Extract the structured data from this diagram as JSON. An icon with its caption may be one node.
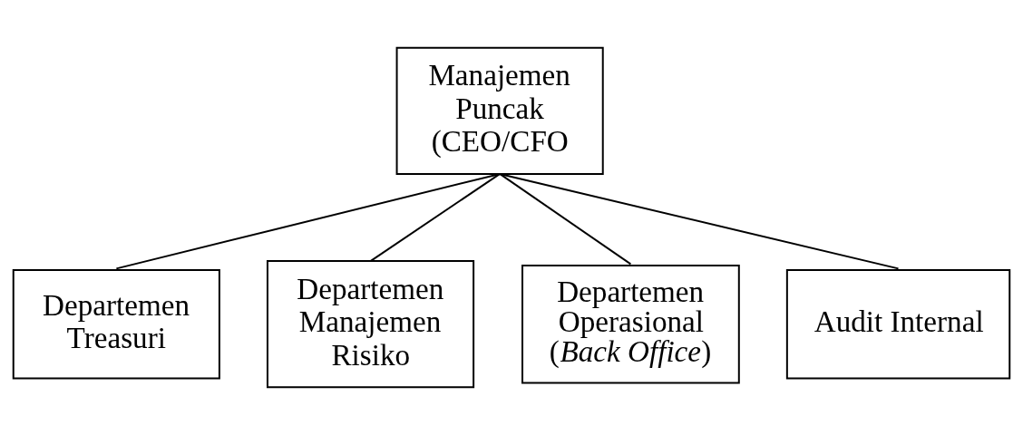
{
  "diagram": {
    "nodes": [
      {
        "text": [
          "Manajemen Puncak (CEO/CFO"
        ]
      },
      {
        "text": [
          "Departemen Treasuri"
        ]
      },
      {
        "text": [
          "Departemen Manajemen Risiko"
        ]
      },
      {
        "text": [
          "Departemen Operasional (*Back Office*)"
        ]
      },
      {
        "text": [
          "Audit Internal"
        ]
      }
    ],
    "edges": [
      {
        "from": 0,
        "to": 1,
        "arrow": "none"
      },
      {
        "from": 0,
        "to": 2,
        "arrow": "none"
      },
      {
        "from": 0,
        "to": 3,
        "arrow": "none"
      },
      {
        "from": 0,
        "to": 4,
        "arrow": "none"
      }
    ]
  }
}
